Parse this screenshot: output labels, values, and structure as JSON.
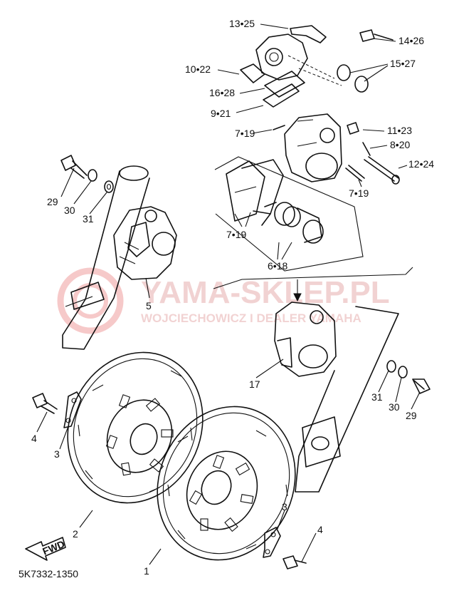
{
  "diagram": {
    "code": "5K7332-1350",
    "fwd_label": "FWD",
    "watermark": {
      "brand": "YAMA-SKLEP.PL",
      "tagline": "WOJCIECHOWICZ I DEALER YAMAHA",
      "color": "#e04040"
    },
    "callouts": [
      {
        "id": "c1325",
        "text": "13•25"
      },
      {
        "id": "c1426",
        "text": "14•26"
      },
      {
        "id": "c1022",
        "text": "10•22"
      },
      {
        "id": "c1527",
        "text": "15•27"
      },
      {
        "id": "c1628",
        "text": "16•28"
      },
      {
        "id": "c921",
        "text": "9•21"
      },
      {
        "id": "c719a",
        "text": "7•19"
      },
      {
        "id": "c1123",
        "text": "11•23"
      },
      {
        "id": "c820",
        "text": "8•20"
      },
      {
        "id": "c1224",
        "text": "12•24"
      },
      {
        "id": "c719b",
        "text": "7•19"
      },
      {
        "id": "c719c",
        "text": "7•19"
      },
      {
        "id": "c618",
        "text": "6•18"
      },
      {
        "id": "c29a",
        "text": "29"
      },
      {
        "id": "c30a",
        "text": "30"
      },
      {
        "id": "c31a",
        "text": "31"
      },
      {
        "id": "c5",
        "text": "5"
      },
      {
        "id": "c17",
        "text": "17"
      },
      {
        "id": "c31b",
        "text": "31"
      },
      {
        "id": "c30b",
        "text": "30"
      },
      {
        "id": "c29b",
        "text": "29"
      },
      {
        "id": "c4a",
        "text": "4"
      },
      {
        "id": "c3a",
        "text": "3"
      },
      {
        "id": "c2",
        "text": "2"
      },
      {
        "id": "c3b",
        "text": "3"
      },
      {
        "id": "c4b",
        "text": "4"
      },
      {
        "id": "c1",
        "text": "1"
      }
    ]
  }
}
